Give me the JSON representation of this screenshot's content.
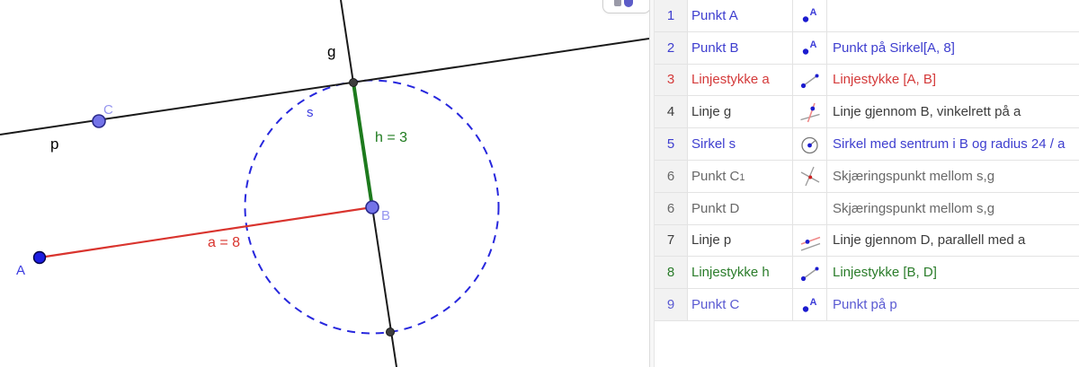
{
  "graphics": {
    "labels": {
      "point_A": "A",
      "point_B": "B",
      "point_C": "C",
      "line_p": "p",
      "line_g": "g",
      "circle_s": "s",
      "segment_a": "a = 8",
      "segment_h": "h = 3"
    },
    "colors": {
      "segment_a": "#d9342e",
      "segment_h": "#1d7a1d",
      "circle_s": "#2727dd",
      "line_black": "#1a1a1a",
      "point_free": "#1d1de0",
      "point_on_path": "#7373e8",
      "point_intersection": "#3d3d3d",
      "label_blue": "#3b3be0",
      "label_light_blue": "#9595ef"
    }
  },
  "toolbar": {
    "partial_button_icon": "clipped-toolbar-button"
  },
  "icons": {
    "point_glyph": "A"
  },
  "protocol": {
    "rows": [
      {
        "nr": "1",
        "name": "Punkt A",
        "name_sub": "",
        "icon": "point-icon",
        "definition": "",
        "color": "#3e3ecf"
      },
      {
        "nr": "2",
        "name": "Punkt B",
        "name_sub": "",
        "icon": "point-icon",
        "definition": "Punkt på Sirkel[A, 8]",
        "color": "#3e3ecf"
      },
      {
        "nr": "3",
        "name": "Linjestykke a",
        "name_sub": "",
        "icon": "segment-icon",
        "definition": "Linjestykke [A, B]",
        "color": "#d43a3a"
      },
      {
        "nr": "4",
        "name": "Linje g",
        "name_sub": "",
        "icon": "perpendicular-line-icon",
        "definition": "Linje gjennom B, vinkelrett på a",
        "color": "#3c3c3c"
      },
      {
        "nr": "5",
        "name": "Sirkel s",
        "name_sub": "",
        "icon": "circle-center-radius-icon",
        "definition": "Sirkel med sentrum i B og radius 24 / a",
        "color": "#3e3ecf"
      },
      {
        "nr": "6",
        "name": "Punkt C",
        "name_sub": "1",
        "icon": "intersection-icon",
        "definition": "Skjæringspunkt mellom s,g",
        "color": "#686868"
      },
      {
        "nr": "6",
        "name": "Punkt D",
        "name_sub": "",
        "icon": "",
        "definition": "Skjæringspunkt mellom s,g",
        "color": "#686868"
      },
      {
        "nr": "7",
        "name": "Linje p",
        "name_sub": "",
        "icon": "parallel-line-icon",
        "definition": "Linje gjennom D, parallell med a",
        "color": "#3c3c3c"
      },
      {
        "nr": "8",
        "name": "Linjestykke h",
        "name_sub": "",
        "icon": "segment-icon",
        "definition": "Linjestykke [B, D]",
        "color": "#2a7c2a"
      },
      {
        "nr": "9",
        "name": "Punkt C",
        "name_sub": "",
        "icon": "point-icon",
        "definition": "Punkt på p",
        "color": "#5a5ad2"
      }
    ]
  }
}
